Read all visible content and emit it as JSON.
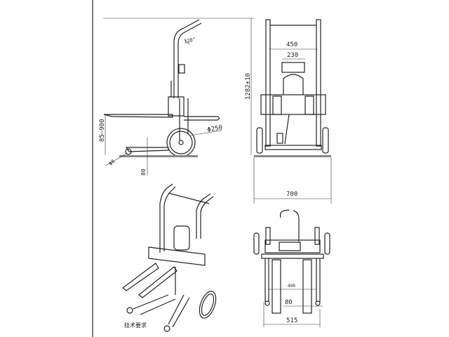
{
  "drawing": {
    "title_note": "技术要求",
    "side_view": {
      "handle_angle": "120°",
      "overall_height": "1282±10",
      "fork_height_range": "85–900",
      "wheel_diameter": "Φ250",
      "caster_diameter": "Φ8",
      "fork_thickness": "80"
    },
    "front_view": {
      "mast_width": "450",
      "carriage_width": "230",
      "overall_width": "700"
    },
    "bottom_view": {
      "fork_spread": "490",
      "fork_width": "80",
      "base_width": "515"
    }
  }
}
